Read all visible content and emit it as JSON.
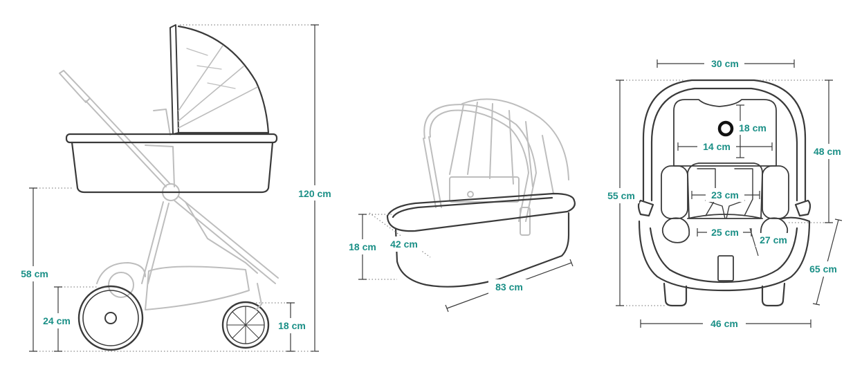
{
  "colors": {
    "accent": "#1a8f86",
    "line_dark": "#3a3a3a",
    "line_light": "#bdbdbd",
    "background": "#ffffff"
  },
  "stroller": {
    "height_total": "120 cm",
    "height_seat": "58 cm",
    "rear_wheel": "24 cm",
    "front_wheel": "18 cm"
  },
  "carrycot": {
    "height": "18 cm",
    "width": "42 cm",
    "length": "83 cm"
  },
  "car_seat": {
    "top_width": "30 cm",
    "headrest_height": "18 cm",
    "headrest_width": "14 cm",
    "inner_height": "48 cm",
    "total_height": "55 cm",
    "shoulder_width": "23 cm",
    "seat_width": "25 cm",
    "seat_depth": "27 cm",
    "depth": "65 cm",
    "base_width": "46 cm"
  }
}
